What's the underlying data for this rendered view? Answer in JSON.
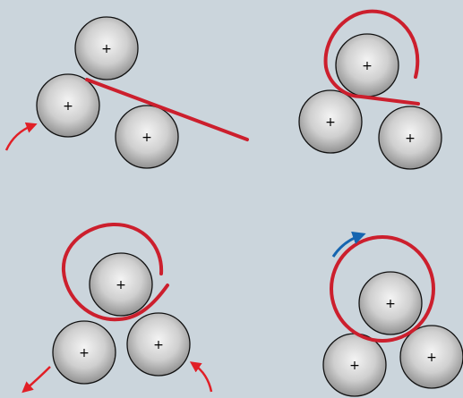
{
  "colors": {
    "background": "#cbd5dc",
    "plate": "#cc1f2d",
    "arrow_red": "#e11f26",
    "arrow_blue": "#1565b0",
    "roller_outline": "#111111",
    "roller_mark": "#222222"
  },
  "roller_mark_glyph": "+",
  "stages": [
    {
      "name": "stage-1",
      "rollers": 3,
      "plate_shape": "straight-sheet",
      "arrow": {
        "icon": "curved-arrow-icon",
        "color": "red",
        "direction": "up-right"
      }
    },
    {
      "name": "stage-2",
      "rollers": 3,
      "plate_shape": "partially-bent",
      "arrow": null
    },
    {
      "name": "stage-3",
      "rollers": 3,
      "plate_shape": "near-closed-ring",
      "arrows": [
        {
          "icon": "curved-arrow-icon",
          "color": "red",
          "direction": "down-left"
        },
        {
          "icon": "curved-arrow-icon",
          "color": "red",
          "direction": "up-left"
        }
      ]
    },
    {
      "name": "stage-4",
      "rollers": 3,
      "plate_shape": "closed-ring",
      "arrow": {
        "icon": "curved-arrow-icon",
        "color": "blue",
        "direction": "clockwise-up"
      }
    }
  ]
}
